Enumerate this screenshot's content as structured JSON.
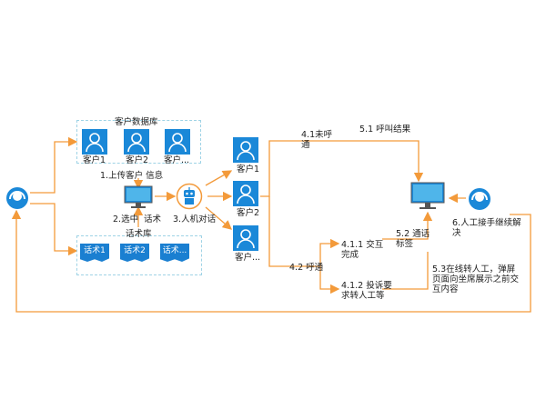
{
  "db": {
    "title": "客户数据库",
    "customers": [
      "客户1",
      "客户2",
      "客户..."
    ]
  },
  "scripts": {
    "title": "话术库",
    "items": [
      "话术1",
      "话术2",
      "话术..."
    ]
  },
  "steps": {
    "s1": "1.上传客户  信息",
    "s2a": "2.选中",
    "s2b": "话术",
    "s3": "3.人机对话",
    "s41": "4.1未呼通",
    "s42": "4.2 呼通",
    "s411": "4.1.1 交互完成",
    "s412": "4.1.2 投诉要求转人工等",
    "s51": "5.1 呼叫结果",
    "s52": "5.2 通话标签",
    "s53": "5.3在线转人工，弹屏页面向坐席展示之前交互内容",
    "s6": "6.人工接手继续解决"
  },
  "targets": [
    "客户1",
    "客户2",
    "客户..."
  ],
  "colors": {
    "arrow": "#f39a3a",
    "icon": "#1a88d8",
    "box": "#9fd3e6"
  }
}
